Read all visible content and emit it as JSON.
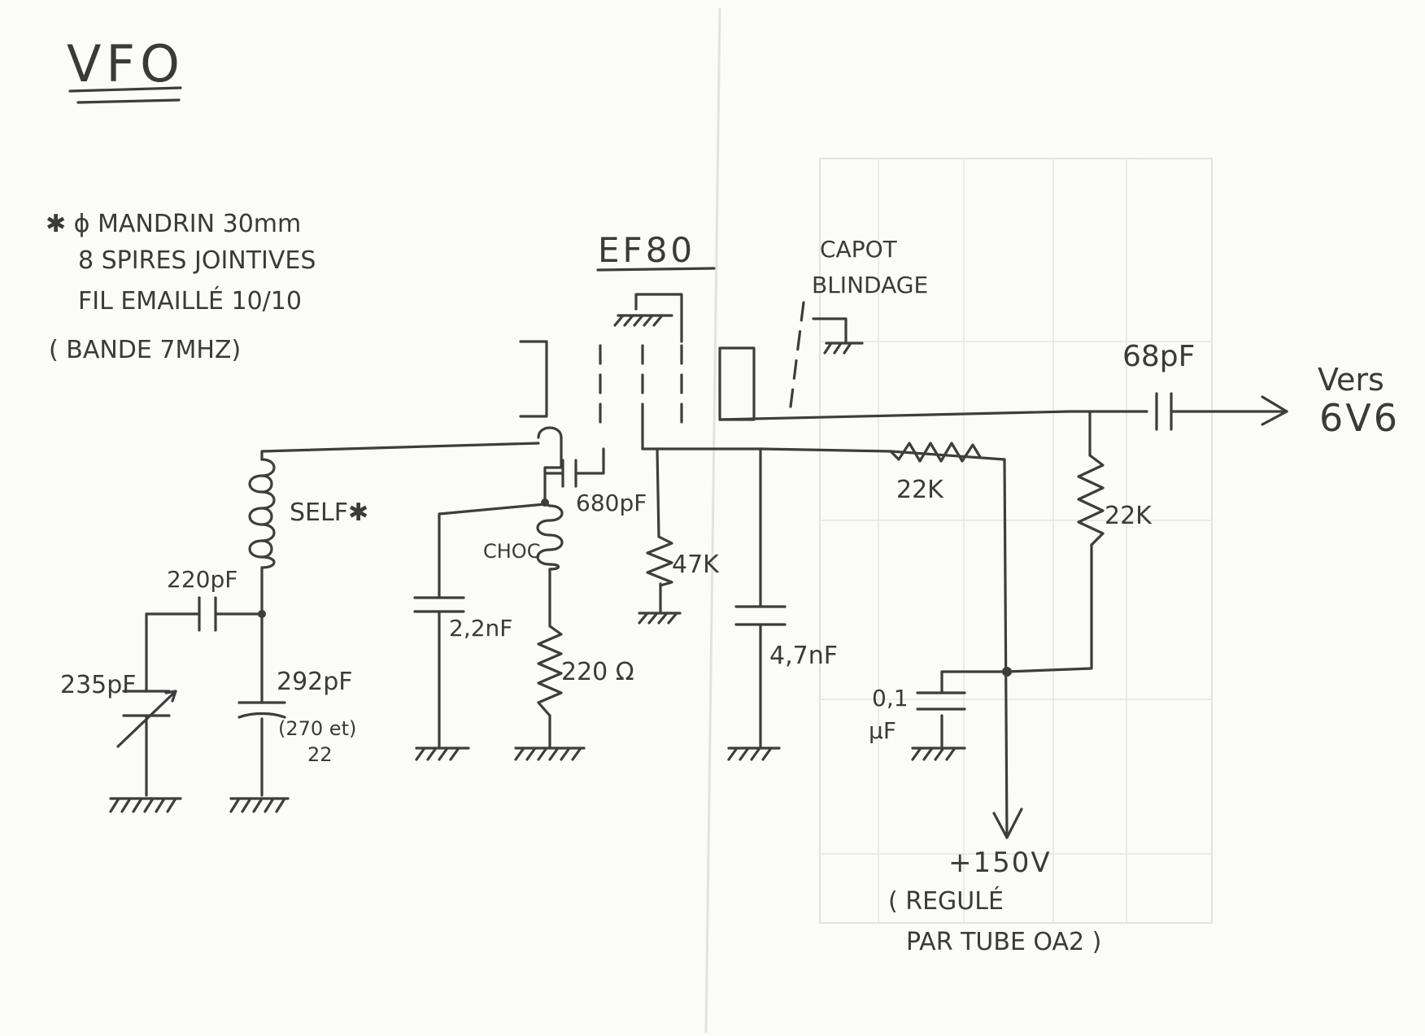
{
  "title": "VFO",
  "coil_note": {
    "line1": "✱ ϕ MANDRIN 30mm",
    "line2": "8 SPIRES JOINTIVES",
    "line3": "FIL EMAILLÉ 10/10",
    "line4": "( BANDE 7MHZ)"
  },
  "tube": "EF80",
  "shield": {
    "line1": "CAPOT",
    "line2": "BLINDAGE"
  },
  "components": {
    "self": "SELF✱",
    "c_220": "220pF",
    "c_235": "235pF",
    "c_292": "292pF",
    "c_292_note_1": "(270 et)",
    "c_292_note_2": "22",
    "c_680": "680pF",
    "choc": "CHOC",
    "c_2n2": "2,2nF",
    "r_220": "220 Ω",
    "r_47k": "47K",
    "c_4n7": "4,7nF",
    "r_22k_a": "22K",
    "r_22k_b": "22K",
    "c_68": "68pF",
    "c_0u1_1": "0,1",
    "c_0u1_2": "μF"
  },
  "output": {
    "line1": "Vers",
    "line2": "6V6"
  },
  "supply": {
    "line1": "+150V",
    "line2": "( REGULÉ",
    "line3": "PAR TUBE OA2 )"
  },
  "colors": {
    "paper": "#fbfbf9",
    "pencil": "#3d3d3d",
    "bleed_through": "#c9c9cc"
  }
}
